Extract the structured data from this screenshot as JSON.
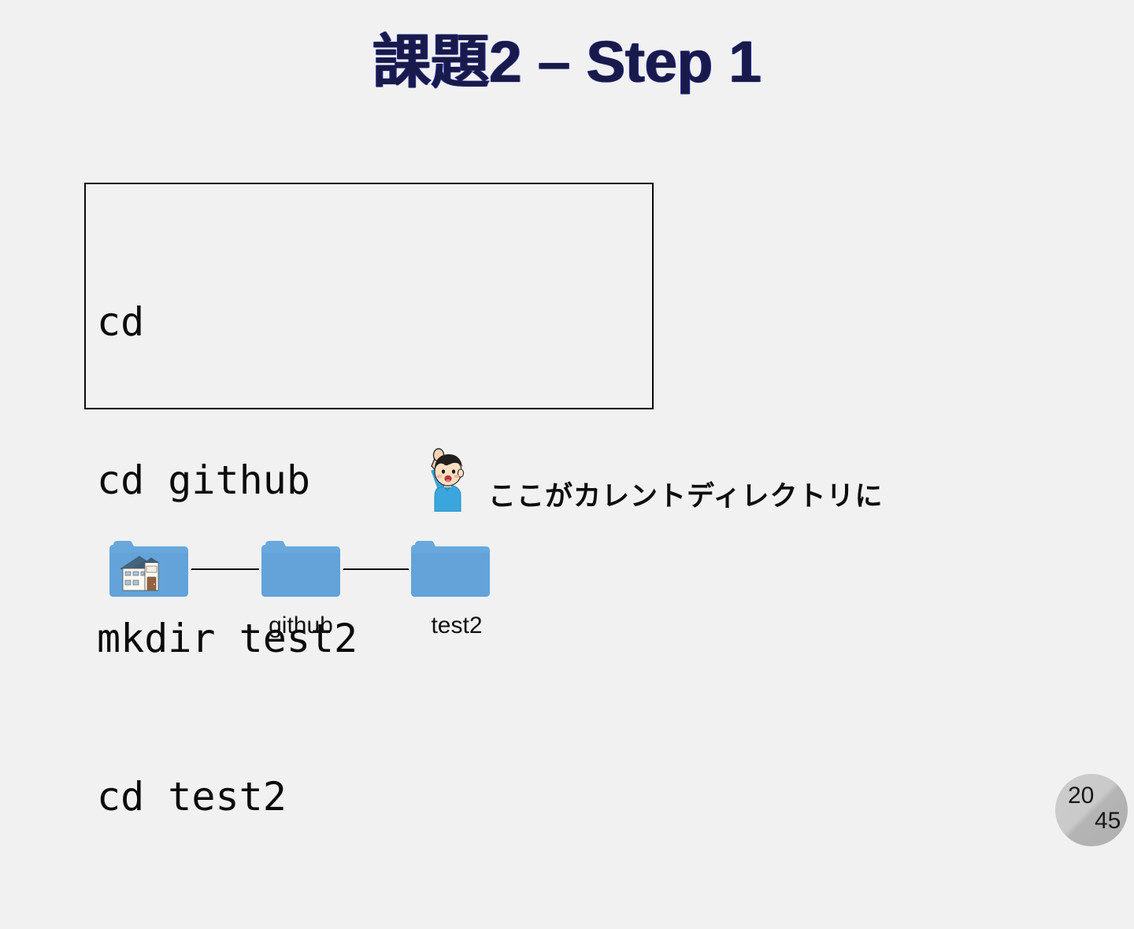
{
  "slide": {
    "background_color": "#f1f1f1",
    "title": "課題2 – Step 1",
    "title_color": "#191a4a"
  },
  "code_block": {
    "border_color": "#0a0a0a",
    "lines": [
      "cd",
      "cd github",
      "mkdir test2",
      "cd test2"
    ]
  },
  "annotation": {
    "person_icon": "person-raising-hand-icon",
    "text": "ここがカレントディレクトリに"
  },
  "tree": {
    "folder_color": "#61a4dd",
    "nodes": [
      {
        "icon": "home-folder-icon",
        "label": ""
      },
      {
        "icon": "folder-icon",
        "label": "github"
      },
      {
        "icon": "folder-icon",
        "label": "test2"
      }
    ],
    "connector_color": "#111111"
  },
  "page_indicator": {
    "current": "20",
    "total": "45"
  }
}
